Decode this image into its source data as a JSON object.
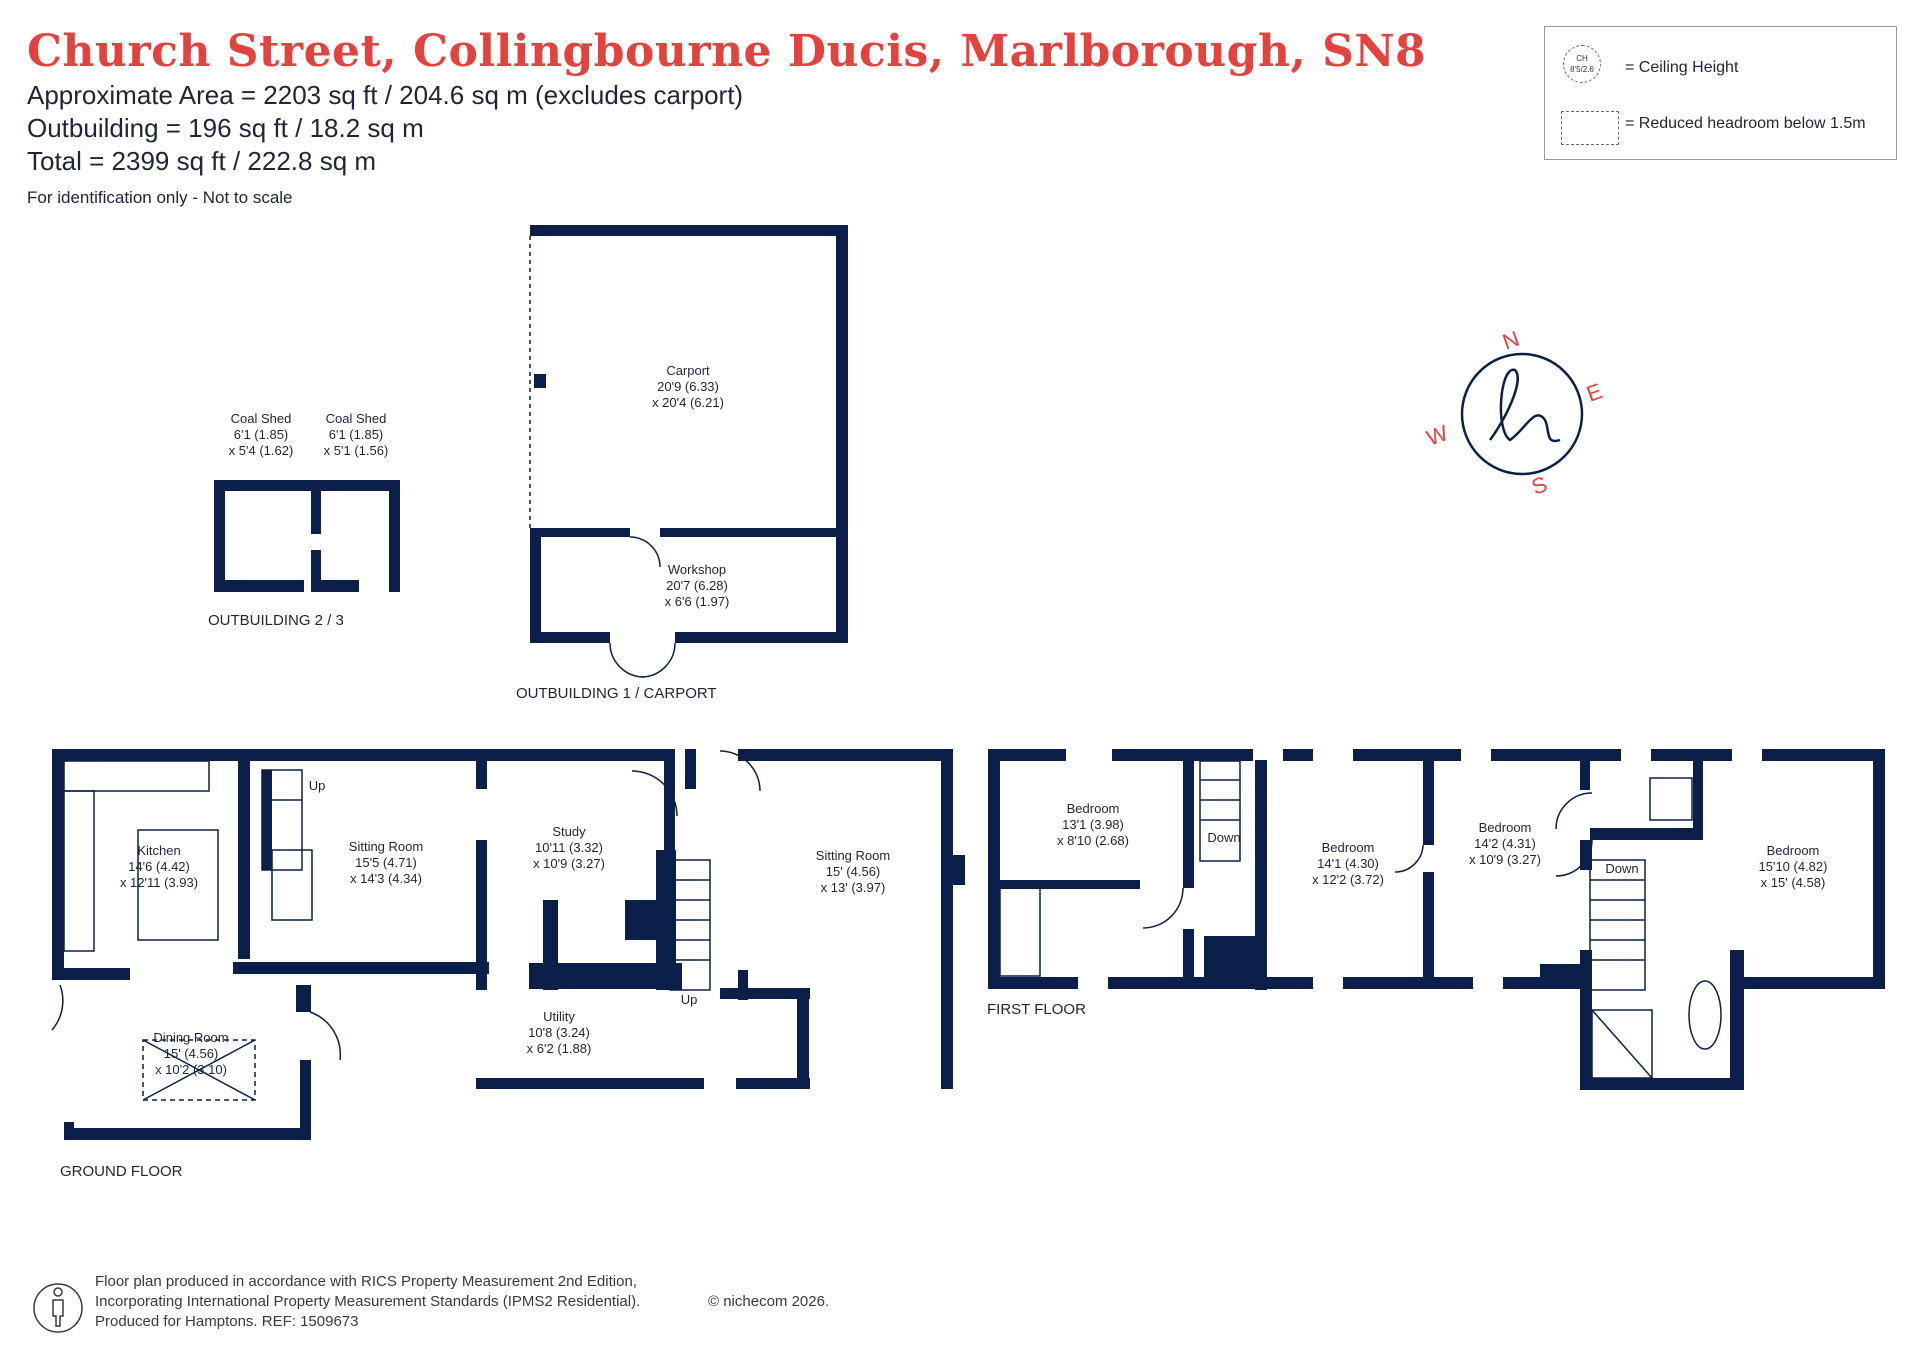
{
  "header": {
    "title": "Church Street, Collingbourne Ducis, Marlborough, SN8",
    "area": "Approximate Area = 2203 sq ft / 204.6 sq m (excludes carport)",
    "outbuilding": "Outbuilding = 196 sq ft / 18.2 sq m",
    "total": "Total = 2399 sq ft / 222.8 sq m",
    "note": "For identification only - Not to scale"
  },
  "legend": {
    "ch_symbol_line1": "CH",
    "ch_symbol_line2": "8'5/2.6",
    "ceiling_height": "= Ceiling Height",
    "reduced_headroom": "= Reduced headroom below 1.5m"
  },
  "compass": {
    "n": "N",
    "e": "E",
    "s": "S",
    "w": "W"
  },
  "colors": {
    "title": "#e2433f",
    "walls": "#0c1f4a",
    "text": "#1f2537"
  },
  "floor_labels": {
    "outbuilding_2_3": "OUTBUILDING 2 / 3",
    "outbuilding_1": "OUTBUILDING 1 / CARPORT",
    "ground_floor": "GROUND FLOOR",
    "first_floor": "FIRST FLOOR"
  },
  "rooms": {
    "coal_shed_1": {
      "name": "Coal Shed",
      "dim1": "6'1 (1.85)",
      "dim2": "x 5'4 (1.62)"
    },
    "coal_shed_2": {
      "name": "Coal Shed",
      "dim1": "6'1 (1.85)",
      "dim2": "x 5'1 (1.56)"
    },
    "carport": {
      "name": "Carport",
      "dim1": "20'9 (6.33)",
      "dim2": "x 20'4 (6.21)"
    },
    "workshop": {
      "name": "Workshop",
      "dim1": "20'7 (6.28)",
      "dim2": "x 6'6 (1.97)"
    },
    "kitchen": {
      "name": "Kitchen",
      "dim1": "14'6 (4.42)",
      "dim2": "x 12'11 (3.93)"
    },
    "sitting_room_1": {
      "name": "Sitting Room",
      "dim1": "15'5 (4.71)",
      "dim2": "x 14'3 (4.34)"
    },
    "study": {
      "name": "Study",
      "dim1": "10'11 (3.32)",
      "dim2": "x 10'9 (3.27)"
    },
    "sitting_room_2": {
      "name": "Sitting Room",
      "dim1": "15' (4.56)",
      "dim2": "x 13' (3.97)"
    },
    "dining_room": {
      "name": "Dining Room",
      "dim1": "15' (4.56)",
      "dim2": "x 10'2 (3.10)"
    },
    "utility": {
      "name": "Utility",
      "dim1": "10'8 (3.24)",
      "dim2": "x 6'2 (1.88)"
    },
    "bedroom_1": {
      "name": "Bedroom",
      "dim1": "13'1 (3.98)",
      "dim2": "x 8'10 (2.68)"
    },
    "bedroom_2": {
      "name": "Bedroom",
      "dim1": "14'1 (4.30)",
      "dim2": "x 12'2 (3.72)"
    },
    "bedroom_3": {
      "name": "Bedroom",
      "dim1": "14'2 (4.31)",
      "dim2": "x 10'9 (3.27)"
    },
    "bedroom_4": {
      "name": "Bedroom",
      "dim1": "15'10 (4.82)",
      "dim2": "x 15' (4.58)"
    }
  },
  "stairs": {
    "up": "Up",
    "down": "Down"
  },
  "footer": {
    "line1": "Floor plan produced in accordance with RICS Property Measurement 2nd Edition,",
    "line2": "Incorporating International Property Measurement Standards (IPMS2 Residential).",
    "copyright": "© nichecom 2026.",
    "line3": "Produced for Hamptons.   REF:  1509673"
  }
}
